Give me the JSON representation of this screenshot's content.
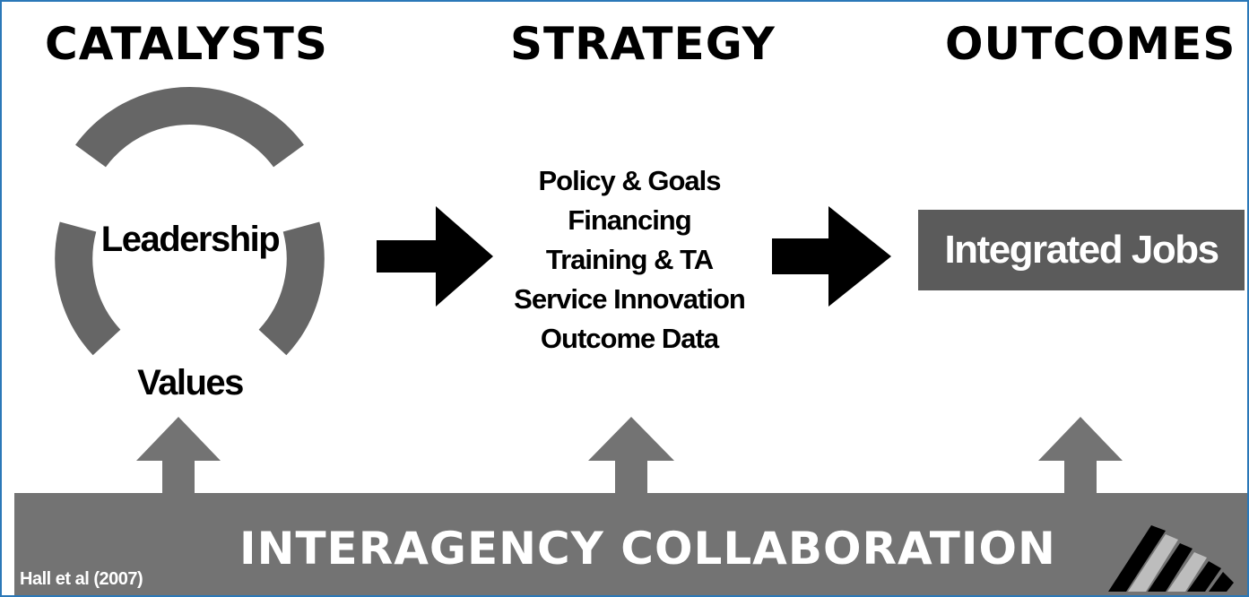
{
  "headings": {
    "catalysts": "CATALYSTS",
    "strategy": "STRATEGY",
    "outcomes": "OUTCOMES"
  },
  "catalysts": {
    "top": "Leadership",
    "bottom": "Values"
  },
  "strategy": {
    "items": [
      "Policy & Goals",
      "Financing",
      "Training & TA",
      "Service Innovation",
      "Outcome Data"
    ]
  },
  "outcomes": {
    "label": "Integrated Jobs"
  },
  "foundation": {
    "label": "INTERAGENCY COLLABORATION",
    "citation": "Hall et al (2007)"
  },
  "icons": {
    "cycle": "circular-arrows-icon",
    "flow": "right-arrow-icon",
    "support": "up-arrow-icon",
    "logo": "stairs-logo-icon"
  },
  "colors": {
    "border": "#2b78b8",
    "arrow_dark": "#000000",
    "arrow_gray": "#737373",
    "cycle_gray": "#666666",
    "outcome_box": "#5b5b5b",
    "logo_light": "#bdbdbd"
  }
}
